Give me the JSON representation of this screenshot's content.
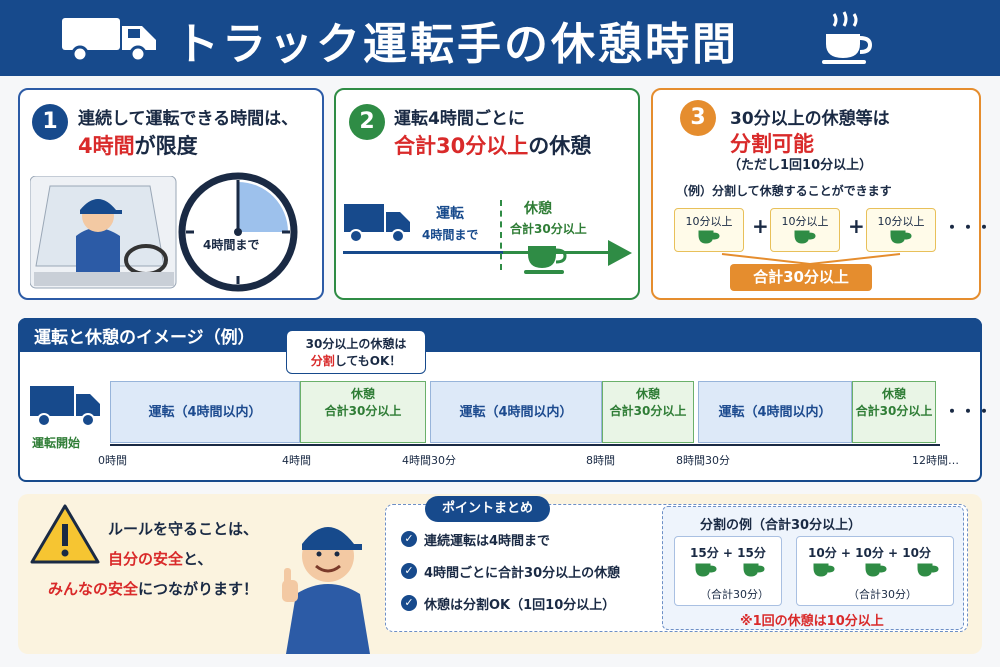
{
  "header": {
    "title": "トラック運転手の休憩時間"
  },
  "card1": {
    "num": "1",
    "line1": "連続して運転できる時間は、",
    "big_red": "4時間",
    "big_rest": "が限度",
    "clock_label": "4時間まで"
  },
  "card2": {
    "num": "2",
    "line1": "運転4時間ごとに",
    "big_red": "合計30分以上",
    "big_rest": "の休憩",
    "drive_label": "運転",
    "drive_sub": "4時間まで",
    "rest_label": "休憩",
    "rest_sub": "合計30分以上"
  },
  "card3": {
    "num": "3",
    "line1": "30分以上の休憩等は",
    "big_red": "分割可能",
    "note": "（ただし1回10分以上）",
    "example": "（例）分割して休憩することができます",
    "box_label": "10分以上",
    "plus": "+",
    "ellipsis": "・・・",
    "total": "合計30分以上"
  },
  "timeline": {
    "title": "運転と休憩のイメージ（例）",
    "callout_line1": "30分以上の休憩は",
    "callout_red": "分割",
    "callout_rest": "してもOK！",
    "start_label": "運転開始",
    "drive_label": "運転（4時間以内）",
    "rest_label": "休憩",
    "rest_sub": "合計30分以上",
    "ellipsis": "・・・",
    "ticks": [
      "0時間",
      "4時間",
      "4時間30分",
      "8時間",
      "8時間30分",
      "12時間…"
    ]
  },
  "bottom": {
    "line1": "ルールを守ることは、",
    "red1": "自分の安全",
    "mid": "と、",
    "red2": "みんなの安全",
    "end": "につながります！",
    "points_title": "ポイントまとめ",
    "points": [
      "連続運転は4時間まで",
      "4時間ごとに合計30分以上の休憩",
      "休憩は分割OK（1回10分以上）"
    ],
    "division_title": "分割の例（合計30分以上）",
    "ex1": {
      "a": "15分",
      "plus": "+",
      "b": "15分",
      "total": "（合計30分）"
    },
    "ex2": {
      "a": "10分",
      "b": "10分",
      "c": "10分",
      "plus": "+",
      "total": "（合計30分）"
    },
    "footnote": "※1回の休憩は10分以上"
  },
  "colors": {
    "navy": "#174a8c",
    "green": "#2f8c45",
    "orange": "#e58d2e",
    "red": "#d92a2a"
  }
}
